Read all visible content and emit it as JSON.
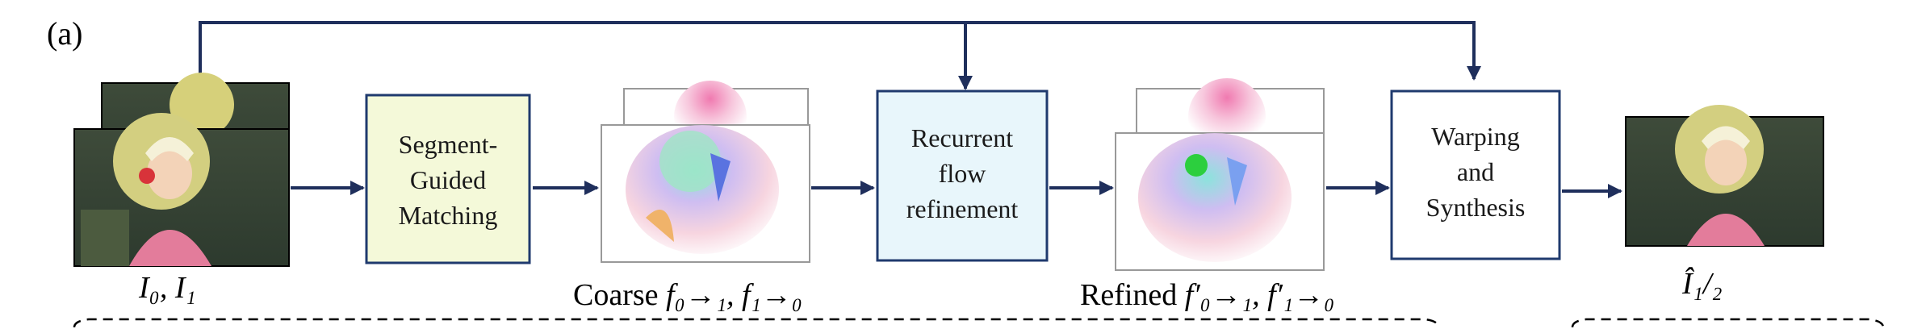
{
  "panel_label": "(a)",
  "blocks": {
    "matching": [
      "Segment-",
      "Guided",
      "Matching"
    ],
    "refinement": [
      "Recurrent",
      "flow",
      "refinement"
    ],
    "synthesis": [
      "Warping",
      "and",
      "Synthesis"
    ]
  },
  "captions": {
    "inputs": "I₀, I₁",
    "coarse_prefix": "Coarse",
    "coarse_math": "f₀→₁, f₁→₀",
    "refined_prefix": "Refined",
    "refined_math": "f′₀→₁, f′₁→₀",
    "output": "Î₁/₂"
  },
  "colors": {
    "arrow": "#1f2f5c",
    "matching_fill": "#f4f9d9",
    "refinement_fill": "#e8f6fb",
    "synthesis_fill": "#ffffff",
    "box_stroke": "#1f3a6e"
  }
}
